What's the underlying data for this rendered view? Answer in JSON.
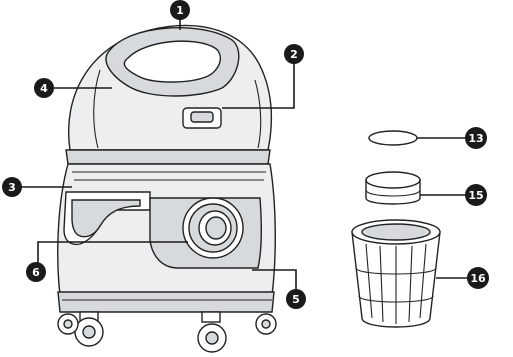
{
  "callouts": [
    {
      "id": "c1",
      "label": "1"
    },
    {
      "id": "c2",
      "label": "2"
    },
    {
      "id": "c3",
      "label": "3"
    },
    {
      "id": "c4",
      "label": "4"
    },
    {
      "id": "c5",
      "label": "5"
    },
    {
      "id": "c6",
      "label": "6"
    },
    {
      "id": "c13",
      "label": "13"
    },
    {
      "id": "c15",
      "label": "15"
    },
    {
      "id": "c16",
      "label": "16"
    }
  ],
  "colors": {
    "outline": "#222222",
    "body": "#eceeef",
    "accent": "#1a1a1a"
  }
}
